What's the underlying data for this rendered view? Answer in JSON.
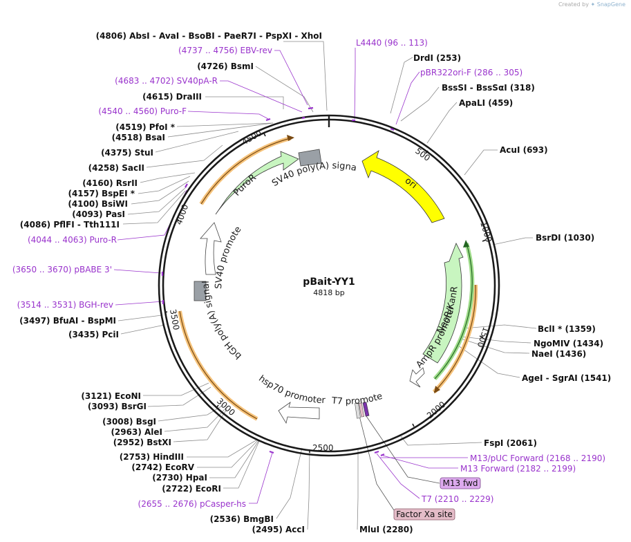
{
  "plasmid": {
    "name": "pBait-YY1",
    "length": "4818 bp",
    "total_bp": 4818
  },
  "credit": {
    "prefix": "Created by",
    "brand": "SnapGene"
  },
  "colors": {
    "backbone": "#1a1a1a",
    "site_text": "#111111",
    "site_line": "#8a8a8a",
    "primer": "#9933cc",
    "ori": "#ffff00",
    "resistance": "#c8f5c0",
    "promoter": "#ffffff",
    "terminator": "#9aa0a6",
    "orf": "#f0a030",
    "green_orf": "#339933",
    "m13_tag": "#ddaaee",
    "factorxa_tag": "#e4bcc8"
  },
  "ticks": [
    "500",
    "1000",
    "1500",
    "2000",
    "2500",
    "3000",
    "3500",
    "4000",
    "4500"
  ],
  "sites": [
    {
      "label": "(4806)  AbsI  -  AvaI  -  BsoBI  -  PaeR7I  -  PspXI  -  XhoI"
    },
    {
      "label": "(4726)  BsmI"
    },
    {
      "label": "(4615)  DraIII"
    },
    {
      "label": "(4519)  PfoI *"
    },
    {
      "label": "(4518)  BsaI"
    },
    {
      "label": "(4375)  StuI"
    },
    {
      "label": "(4258)  SacII"
    },
    {
      "label": "(4160)  RsrII"
    },
    {
      "label": "(4157)  BspEI *"
    },
    {
      "label": "(4100)  BsiWI"
    },
    {
      "label": "(4093)  PasI"
    },
    {
      "label": "(4086)  PflFI  -  Tth111I"
    },
    {
      "label": "(3497)  BfuAI  -  BspMI"
    },
    {
      "label": "(3435)  PciI"
    },
    {
      "label": "(3121)  EcoNI"
    },
    {
      "label": "(3093)  BsrGI"
    },
    {
      "label": "(3008)  BsgI"
    },
    {
      "label": "(2963)  AleI"
    },
    {
      "label": "(2952)  BstXI"
    },
    {
      "label": "(2753)  HindIII"
    },
    {
      "label": "(2742)  EcoRV"
    },
    {
      "label": "(2730)  HpaI"
    },
    {
      "label": "(2722)  EcoRI"
    },
    {
      "label": "(2536)  BmgBI"
    },
    {
      "label": "(2495)  AccI"
    },
    {
      "label": "MluI  (2280)"
    },
    {
      "label": "FspI  (2061)"
    },
    {
      "label": "AgeI  -  SgrAI  (1541)"
    },
    {
      "label": "NaeI  (1436)"
    },
    {
      "label": "NgoMIV  (1434)"
    },
    {
      "label": "BclI *  (1359)"
    },
    {
      "label": "BsrDI  (1030)"
    },
    {
      "label": "AcuI  (693)"
    },
    {
      "label": "ApaLI  (459)"
    },
    {
      "label": "BssSI  -  BssSαI  (318)"
    },
    {
      "label": "DrdI  (253)"
    }
  ],
  "primers": [
    {
      "label": "(4737 .. 4756)  EBV-rev"
    },
    {
      "label": "(4683 .. 4702)  SV40pA-R"
    },
    {
      "label": "(4540 .. 4560)  Puro-F"
    },
    {
      "label": "(4044 .. 4063)  Puro-R"
    },
    {
      "label": "(3650 .. 3670)  pBABE 3'"
    },
    {
      "label": "(3514 .. 3531)  BGH-rev"
    },
    {
      "label": "(2655 .. 2676)  pCasper-hs"
    },
    {
      "label": "T7  (2210 .. 2229)"
    },
    {
      "label": "M13 Forward  (2182 .. 2199)"
    },
    {
      "label": "M13/pUC Forward  (2168 .. 2190)"
    },
    {
      "label": "pBR322ori-F  (286 .. 305)"
    },
    {
      "label": "L4440  (96 .. 113)"
    }
  ],
  "features": [
    {
      "label": "ori"
    },
    {
      "label": "NeoR/KanR"
    },
    {
      "label": "AmpR promoter"
    },
    {
      "label": "T7 promoter"
    },
    {
      "label": "hsp70 promoter"
    },
    {
      "label": "bGH poly(A) signal"
    },
    {
      "label": "SV40 promoter"
    },
    {
      "label": "PuroR"
    },
    {
      "label": "SV40 poly(A) signal"
    }
  ],
  "tags": {
    "m13_fwd": "M13 fwd",
    "factor_xa": "Factor Xa site"
  }
}
